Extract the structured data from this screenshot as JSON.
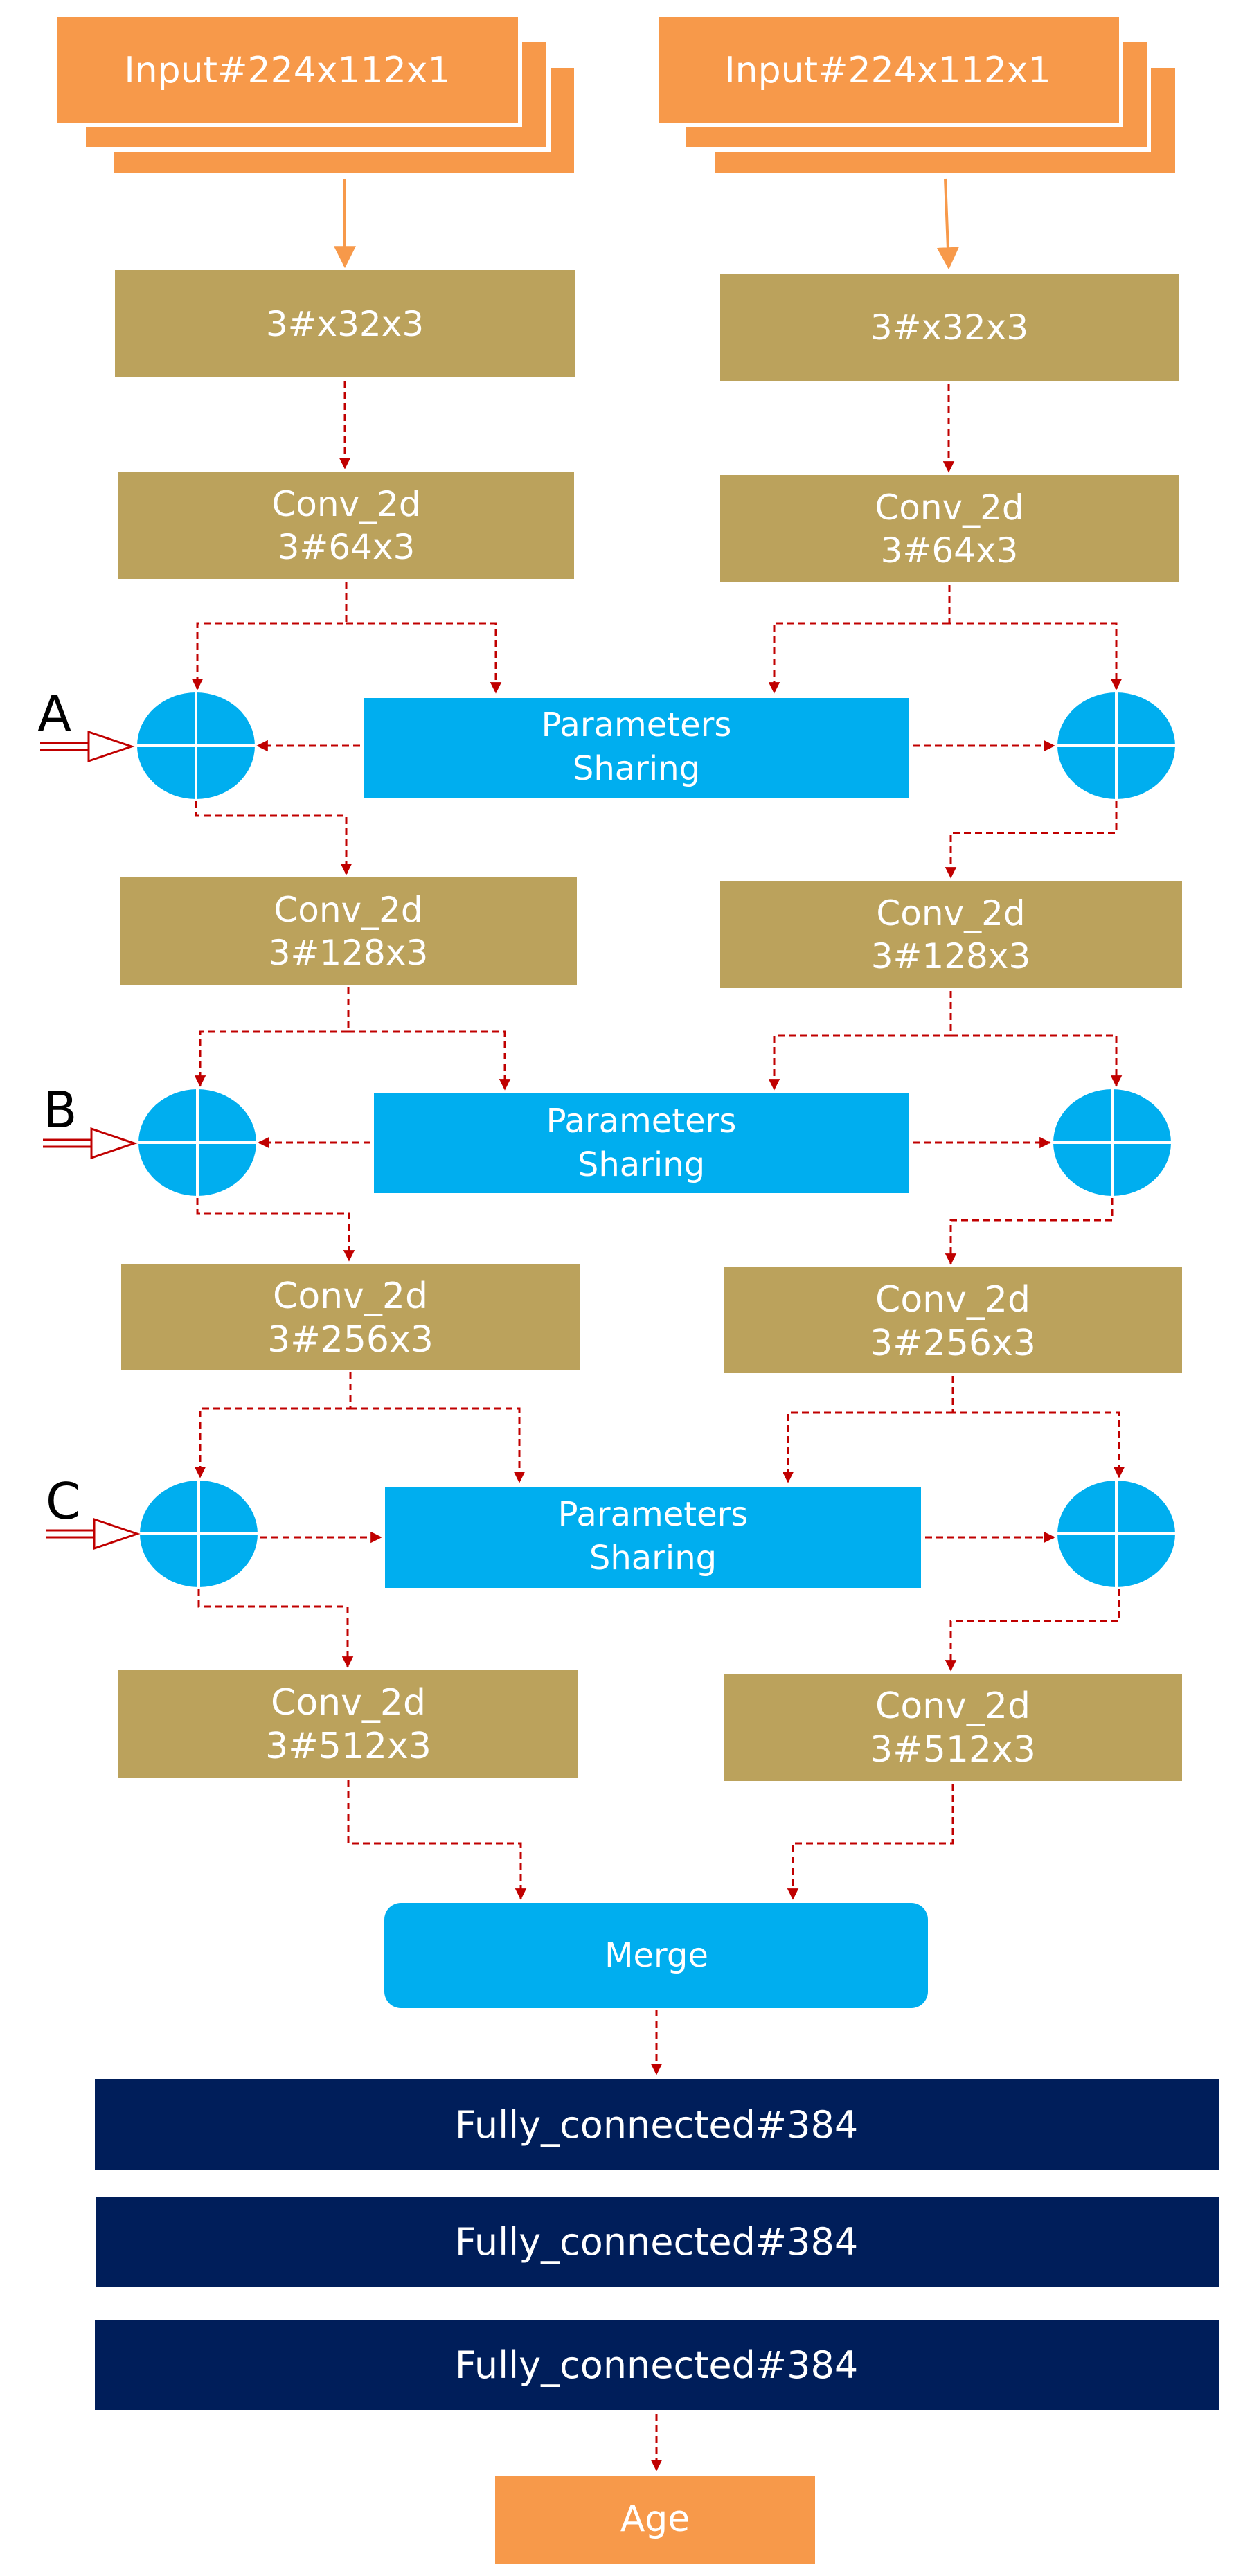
{
  "inputs": {
    "left": "Input#224x112x1",
    "right": "Input#224x112x1"
  },
  "conv1": {
    "left": "3#x32x3",
    "right": "3#x32x3"
  },
  "conv2": {
    "left": {
      "line1": "Conv_2d",
      "line2": "3#64x3"
    },
    "right": {
      "line1": "Conv_2d",
      "line2": "3#64x3"
    }
  },
  "conv3": {
    "left": {
      "line1": "Conv_2d",
      "line2": "3#128x3"
    },
    "right": {
      "line1": "Conv_2d",
      "line2": "3#128x3"
    }
  },
  "conv4": {
    "left": {
      "line1": "Conv_2d",
      "line2": "3#256x3"
    },
    "right": {
      "line1": "Conv_2d",
      "line2": "3#256x3"
    }
  },
  "conv5": {
    "left": {
      "line1": "Conv_2d",
      "line2": "3#512x3"
    },
    "right": {
      "line1": "Conv_2d",
      "line2": "3#512x3"
    }
  },
  "sharing": {
    "a": {
      "line1": "Parameters",
      "line2": "Sharing"
    },
    "b": {
      "line1": "Parameters",
      "line2": "Sharing"
    },
    "c": {
      "line1": "Parameters",
      "line2": "Sharing"
    }
  },
  "side_labels": {
    "a": "A",
    "b": "B",
    "c": "C"
  },
  "merge": "Merge",
  "fc": [
    "Fully_connected#384",
    "Fully_connected#384",
    "Fully_connected#384"
  ],
  "output": "Age",
  "colors": {
    "input": "#F7994A",
    "conv": "#BBA25C",
    "sharing": "#00AEEF",
    "fc": "#001E5A",
    "arrow": "#C00000",
    "input_arrow": "#F7994A",
    "plus_circle": "#00AEEF"
  }
}
